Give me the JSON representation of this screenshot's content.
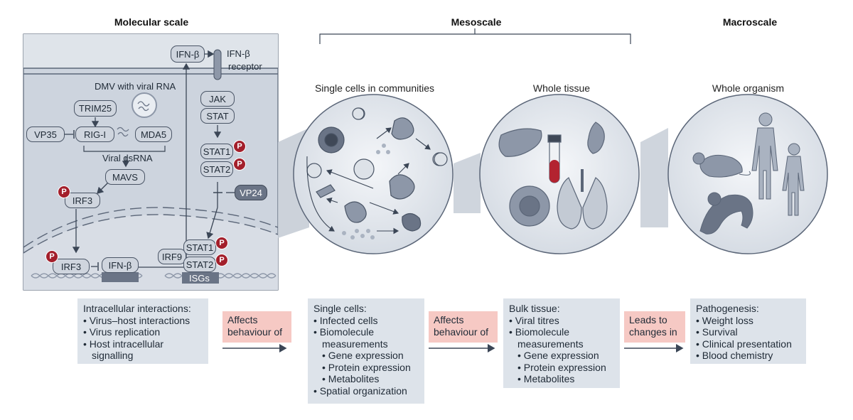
{
  "headers": {
    "molecular": "Molecular scale",
    "meso": "Mesoscale",
    "macro": "Macroscale"
  },
  "subheaders": {
    "single_cells": "Single cells in communities",
    "whole_tissue": "Whole tissue",
    "whole_organism": "Whole organism"
  },
  "molecular_panel": {
    "ifnb_top": "IFN-β",
    "ifnb_receptor_line1": "IFN-β",
    "ifnb_receptor_line2": "receptor",
    "dmv": "DMV with viral RNA",
    "trim25": "TRIM25",
    "vp35": "VP35",
    "rigi": "RIG-I",
    "mda5": "MDA5",
    "viral_dsrna": "Viral dsRNA",
    "mavs": "MAVS",
    "irf3": "IRF3",
    "irf3_nuc": "IRF3",
    "ifnb_gene": "IFN-β",
    "jak": "JAK",
    "stat": "STAT",
    "stat1": "STAT1",
    "stat2": "STAT2",
    "vp24": "VP24",
    "irf9": "IRF9",
    "stat1_nuc": "STAT1",
    "stat2_nuc": "STAT2",
    "isgs": "ISGs",
    "p": "P"
  },
  "info_boxes": {
    "intracellular": [
      "Intracellular interactions:",
      "• Virus–host interactions",
      "• Virus replication",
      "• Host intracellular",
      "   signalling"
    ],
    "single_cells": [
      "Single cells:",
      "• Infected cells",
      "• Biomolecule",
      "   measurements",
      "   • Gene expression",
      "   • Protein expression",
      "   • Metabolites",
      "• Spatial organization"
    ],
    "bulk_tissue": [
      "Bulk tissue:",
      "• Viral titres",
      "• Biomolecule",
      "   measurements",
      "   • Gene expression",
      "   • Protein expression",
      "   • Metabolites"
    ],
    "pathogenesis": [
      "Pathogenesis:",
      "• Weight loss",
      "• Survival",
      "• Clinical presentation",
      "• Blood chemistry"
    ]
  },
  "connectors": {
    "affects1": [
      "Affects",
      "behaviour of"
    ],
    "affects2": [
      "Affects",
      "behaviour of"
    ],
    "leads": [
      "Leads to",
      "changes in"
    ]
  },
  "colors": {
    "panel_bg": "#cdd4de",
    "node_fill": "#cfd5de",
    "phospho": "#a31f2b",
    "pink": "#f6c9c4",
    "info_bg": "#dde3ea"
  }
}
